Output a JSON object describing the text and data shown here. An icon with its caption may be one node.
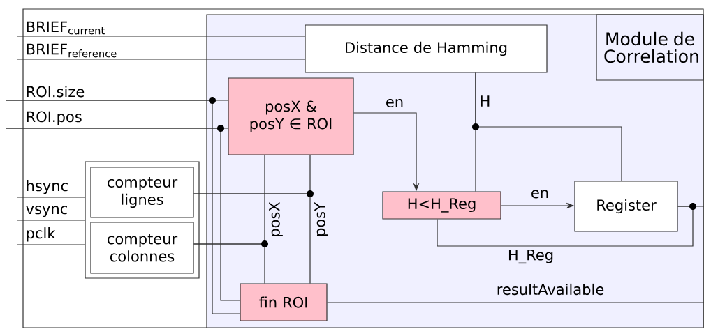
{
  "diagram": {
    "nodes": [
      {
        "text": [],
        "shape": "box"
      },
      {
        "text": [],
        "shape": "box",
        "in": 0
      },
      {
        "text": [
          "Module de Correlation"
        ],
        "in": 1
      },
      {
        "text": [
          "Distance de Hamming"
        ],
        "in": 1
      },
      {
        "text": [
          "posX & posY ∈ ROI"
        ],
        "in": 1
      },
      {
        "text": [
          "H<H_Reg"
        ],
        "in": 1
      },
      {
        "text": [
          "Register"
        ],
        "in": 1
      },
      {
        "text": [
          "fin ROI"
        ],
        "in": 1
      },
      {
        "text": [],
        "shape": "box",
        "in": 0
      },
      {
        "text": [
          "compteur lignes"
        ],
        "in": 8
      },
      {
        "text": [
          "compteur colonnes"
        ],
        "in": 8
      }
    ],
    "edges": [
      {
        "from": null,
        "to": 3,
        "arrow": "none",
        "label": "\\text{BRIEF}_{\\text{current}}"
      },
      {
        "from": null,
        "to": 3,
        "arrow": "none",
        "label": "\\text{BRIEF}_{\\text{reference}}"
      },
      {
        "from": null,
        "to": 4,
        "arrow": "none",
        "label": "ROI.size"
      },
      {
        "from": null,
        "to": 7,
        "arrow": "none"
      },
      {
        "from": null,
        "to": 4,
        "arrow": "none",
        "label": "ROI.pos"
      },
      {
        "from": null,
        "to": 7,
        "arrow": "none"
      },
      {
        "from": null,
        "to": 8,
        "arrow": "none",
        "label": "hsync"
      },
      {
        "from": null,
        "to": 8,
        "arrow": "none",
        "label": "vsync"
      },
      {
        "from": null,
        "to": 8,
        "arrow": "none",
        "label": "pclk"
      },
      {
        "from": 9,
        "to": 4,
        "arrow": "none"
      },
      {
        "from": 9,
        "to": 7,
        "arrow": "none",
        "label": "posY"
      },
      {
        "from": 10,
        "to": 4,
        "arrow": "none"
      },
      {
        "from": 10,
        "to": 7,
        "arrow": "none",
        "label": "posX"
      },
      {
        "from": 4,
        "to": 5,
        "arrow": "to",
        "label": "en"
      },
      {
        "from": 3,
        "to": 5,
        "arrow": "none",
        "label": "H"
      },
      {
        "from": 3,
        "to": 6,
        "arrow": "none"
      },
      {
        "from": 5,
        "to": 6,
        "arrow": "to",
        "label": "en"
      },
      {
        "from": 6,
        "to": 5,
        "arrow": "none",
        "label": "H_Reg"
      },
      {
        "from": 6,
        "to": null,
        "arrow": "none"
      },
      {
        "from": 7,
        "to": null,
        "arrow": "none",
        "label": "resultAvailable"
      }
    ]
  }
}
